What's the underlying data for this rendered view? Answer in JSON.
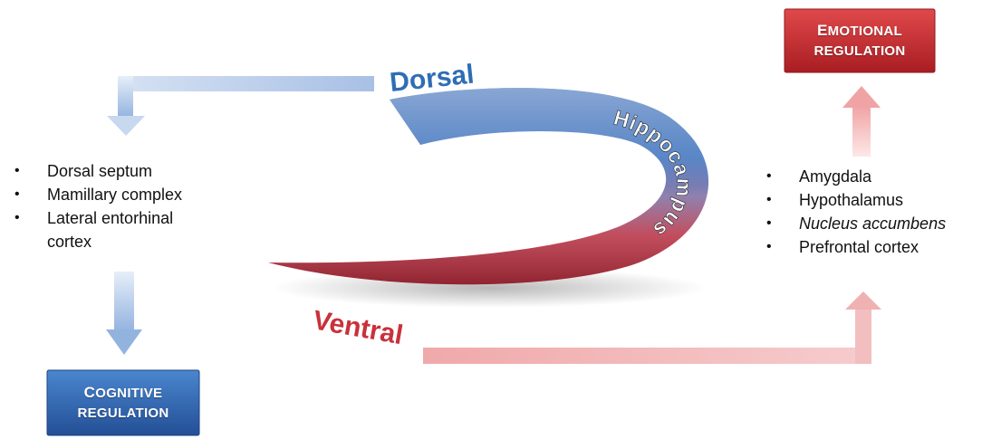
{
  "diagram": {
    "structure_label": "Hippocampus",
    "dorsal_label": "Dorsal",
    "ventral_label": "Ventral",
    "left_targets": [
      "Dorsal septum",
      "Mamillary complex",
      "Lateral entorhinal",
      "cortex"
    ],
    "right_targets": [
      "Amygdala",
      "Hypothalamus",
      "Nucleus accumbens",
      "Prefrontal cortex"
    ],
    "cognitive_box": {
      "line1_cap": "C",
      "line1_rest": "OGNITIVE",
      "line2": "REGULATION"
    },
    "emotional_box": {
      "line1_cap": "E",
      "line1_rest": "MOTIONAL",
      "line2": "REGULATION"
    },
    "colors": {
      "dorsal_blue": "#2f6db5",
      "ventral_red": "#c9313a",
      "blue_arrow": "#b8cdea",
      "red_arrow": "#f2b3b3",
      "cognitive_box": "#2e6cb3",
      "emotional_box": "#c92b2e"
    }
  }
}
